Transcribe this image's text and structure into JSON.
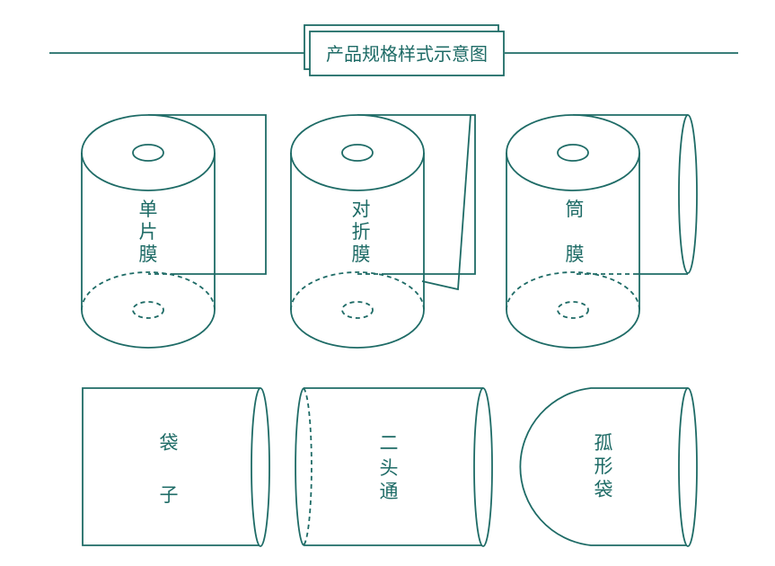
{
  "title": "产品规格样式示意图",
  "colors": {
    "stroke": "#1e6b66",
    "background": "#ffffff"
  },
  "items": [
    {
      "name": "single-film",
      "label": [
        "单",
        "片",
        "膜"
      ]
    },
    {
      "name": "folded-film",
      "label": [
        "对",
        "折",
        "膜"
      ]
    },
    {
      "name": "tube-film",
      "label": [
        "筒",
        "",
        "膜"
      ]
    },
    {
      "name": "bag",
      "label": [
        "袋",
        "",
        "子"
      ]
    },
    {
      "name": "open-tube",
      "label": [
        "二",
        "头",
        "通"
      ]
    },
    {
      "name": "arc-bag",
      "label": [
        "孤",
        "形",
        "袋"
      ]
    }
  ]
}
